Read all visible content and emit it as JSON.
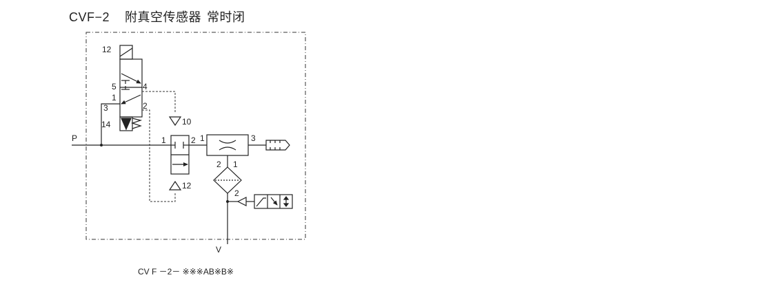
{
  "title": {
    "code": "CVF−2",
    "name": "附真空传感器",
    "type": "常时闭"
  },
  "ports": {
    "p": "P",
    "v": "V"
  },
  "solenoid_valve": {
    "pilot": "12",
    "port_5": "5",
    "port_4": "4",
    "port_1": "1",
    "port_3": "3",
    "port_2": "2",
    "spring_pilot": "14"
  },
  "pilot_valve": {
    "pilot_top": "10",
    "pilot_bottom": "12",
    "port_1": "1",
    "port_2": "2"
  },
  "ejector": {
    "port_1": "1",
    "port_3": "3",
    "port_2": "2",
    "port_1b": "1"
  },
  "sensor": {
    "port_2": "2"
  },
  "caption": "CV F －2－ ※※※AB※B※"
}
